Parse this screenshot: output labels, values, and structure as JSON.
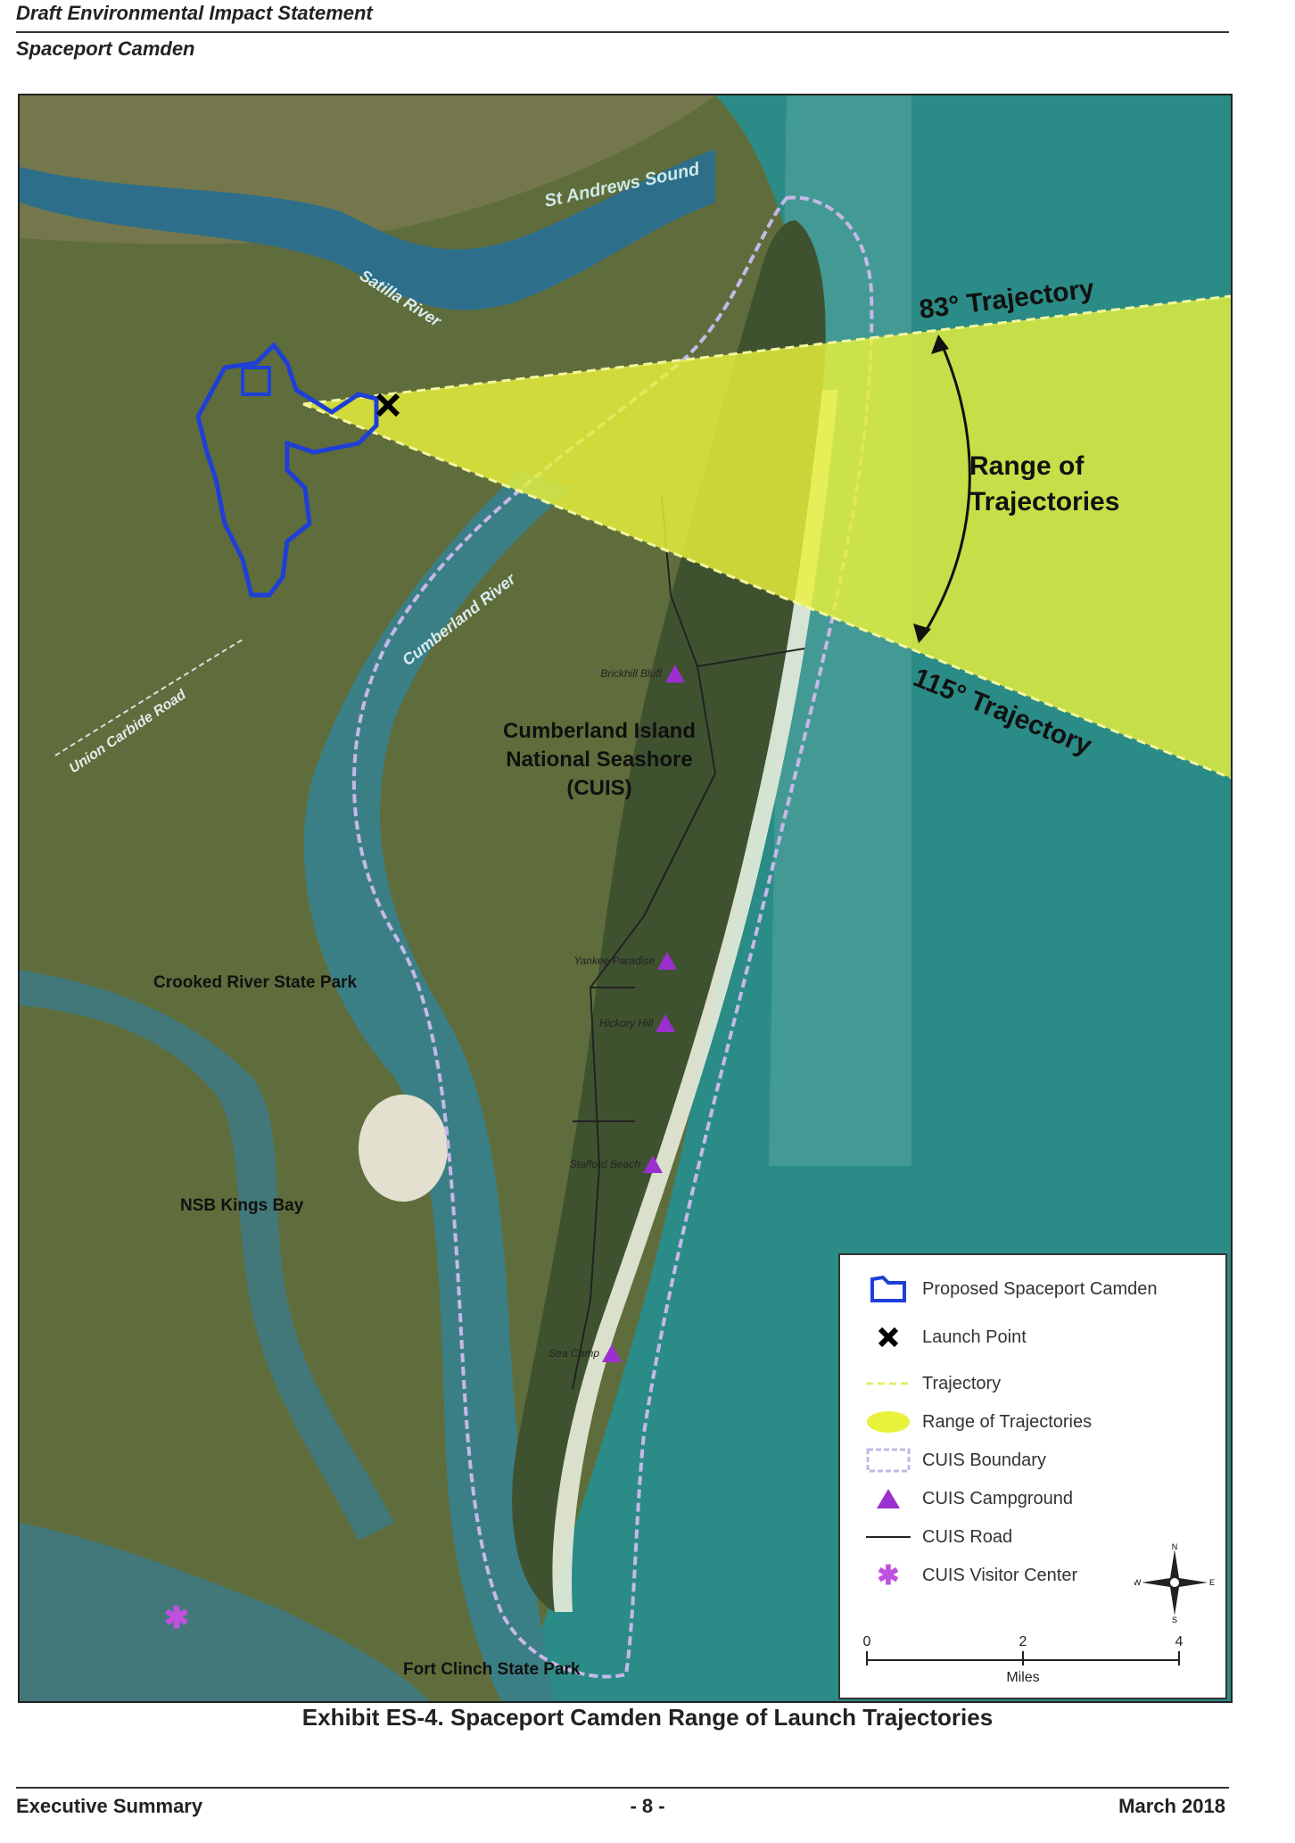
{
  "header": {
    "line1": "Draft Environmental Impact Statement",
    "line2": "Spaceport Camden"
  },
  "map": {
    "labels": {
      "st_andrews_sound": "St Andrews Sound",
      "satilla_river": "Satilla River",
      "cumberland_river": "Cumberland River",
      "union_carbide_road": "Union Carbide Road",
      "cuis_line1": "Cumberland Island",
      "cuis_line2": "National Seashore",
      "cuis_line3": "(CUIS)",
      "crooked_river": "Crooked River State Park",
      "nsb_kings_bay": "NSB Kings Bay",
      "fort_clinch": "Fort Clinch State Park",
      "trajectory_83": "83° Trajectory",
      "trajectory_115": "115° Trajectory",
      "range_line1": "Range of",
      "range_line2": "Trajectories",
      "camp_brickhill": "Brickhill Bluff",
      "camp_yankee": "Yankee Paradise",
      "camp_hickory": "Hickory Hill",
      "camp_stafford": "Stafford Beach",
      "camp_sea": "Sea Camp"
    },
    "colors": {
      "water": "#2f8a86",
      "ocean": "#2a8c86",
      "land": "#5e6e3a",
      "trajectory_fill": "#e9f23a",
      "spaceport_boundary": "#1f3fd6",
      "cuis_boundary": "#c6b8e8",
      "campground": "#9b2fd0"
    }
  },
  "legend": {
    "items": [
      {
        "label": "Proposed Spaceport Camden",
        "icon": "spaceport-boundary-icon"
      },
      {
        "label": "Launch Point",
        "icon": "x-mark-icon"
      },
      {
        "label": "Trajectory",
        "icon": "dashed-line-icon"
      },
      {
        "label": "Range of Trajectories",
        "icon": "yellow-ellipse-icon"
      },
      {
        "label": "CUIS Boundary",
        "icon": "dashed-box-icon"
      },
      {
        "label": "CUIS Campground",
        "icon": "triangle-icon"
      },
      {
        "label": "CUIS Road",
        "icon": "line-icon"
      },
      {
        "label": "CUIS Visitor Center",
        "icon": "asterisk-icon"
      }
    ],
    "scale": {
      "ticks": [
        "0",
        "2",
        "4"
      ],
      "unit": "Miles"
    },
    "compass": {
      "n": "N",
      "s": "S",
      "e": "E",
      "w": "W"
    }
  },
  "caption": "Exhibit ES-4.  Spaceport Camden Range of Launch Trajectories",
  "footer": {
    "left": "Executive Summary",
    "center": "- 8 -",
    "right": "March 2018"
  }
}
